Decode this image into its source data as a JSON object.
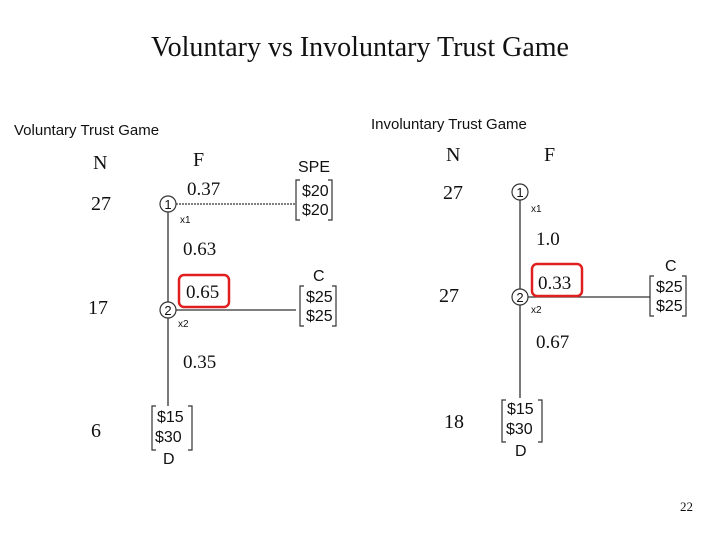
{
  "slide": {
    "title": "Voluntary vs Involuntary Trust Game",
    "page_number": "22"
  },
  "colors": {
    "highlight": "#e02020",
    "line": "#333333"
  },
  "voluntary": {
    "title": "Voluntary Trust Game",
    "col_n": "N",
    "col_f": "F",
    "counts": [
      "27",
      "17",
      "6"
    ],
    "node1": {
      "label": "1",
      "info": "x1",
      "prob_right": "0.37",
      "prob_down": "0.63"
    },
    "node2": {
      "label": "2",
      "info": "x2",
      "prob_right": "0.65",
      "prob_down": "0.35"
    },
    "spe": {
      "label": "SPE",
      "pay_top": "$20",
      "pay_bottom": "$20"
    },
    "c": {
      "label": "C",
      "pay_top": "$25",
      "pay_bottom": "$25"
    },
    "d": {
      "label": "D",
      "pay_top": "$15",
      "pay_bottom": "$30"
    }
  },
  "involuntary": {
    "title": "Involuntary Trust Game",
    "col_n": "N",
    "col_f": "F",
    "counts": [
      "27",
      "27",
      "18"
    ],
    "node1": {
      "label": "1",
      "info": "x1",
      "prob_down": "1.0"
    },
    "node2": {
      "label": "2",
      "info": "x2",
      "prob_right": "0.33",
      "prob_down": "0.67"
    },
    "c": {
      "label": "C",
      "pay_top": "$25",
      "pay_bottom": "$25"
    },
    "d": {
      "label": "D",
      "pay_top": "$15",
      "pay_bottom": "$30"
    }
  }
}
